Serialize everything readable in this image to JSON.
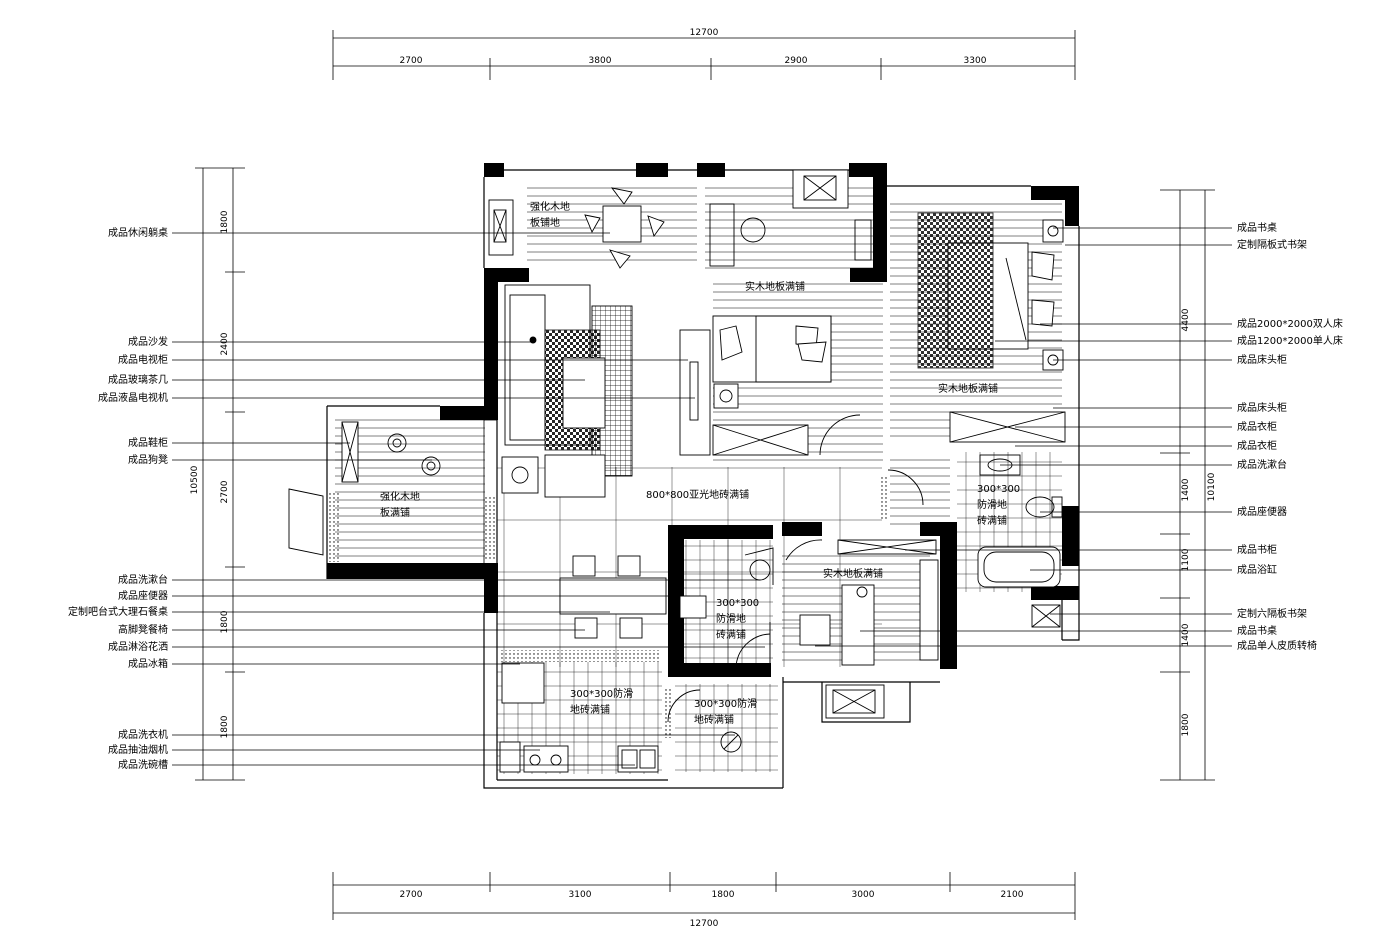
{
  "dimensions": {
    "top_total": "12700",
    "top_segments": [
      "2700",
      "3800",
      "2900",
      "3300"
    ],
    "bottom_total": "12700",
    "bottom_segments": [
      "2700",
      "3100",
      "1800",
      "3000",
      "2100"
    ],
    "left_total": "10500",
    "left_segments": [
      "1800",
      "2400",
      "2700",
      "1800",
      "1800"
    ],
    "right_total": "10100",
    "right_segments": [
      "4400",
      "1400",
      "1100",
      "1400",
      "1800"
    ]
  },
  "left_labels": [
    "成品休闲躺桌",
    "成品沙发",
    "成品电视柜",
    "成品玻璃茶几",
    "成品液晶电视机",
    "成品鞋柜",
    "成品狗凳",
    "成品洗漱台",
    "成品座便器",
    "定制吧台式大理石餐桌",
    "高脚凳餐椅",
    "成品淋浴花洒",
    "成品冰箱",
    "成品洗衣机",
    "成品抽油烟机",
    "成品洗碗槽"
  ],
  "right_labels": [
    "成品书桌",
    "定制隔板式书架",
    "成品2000*2000双人床",
    "成品1200*2000单人床",
    "成品床头柜",
    "成品床头柜",
    "成品衣柜",
    "成品衣柜",
    "成品洗漱台",
    "成品座便器",
    "成品书柜",
    "成品浴缸",
    "定制六隔板书架",
    "成品书桌",
    "成品单人皮质转椅"
  ],
  "rooms": {
    "balcony_top_l1": "强化木地",
    "balcony_top_l2": "板铺地",
    "bedroom2_floor": "实木地板满铺",
    "master_floor": "实木地板满铺",
    "living_tile": "800*800亚光地砖满铺",
    "entry_l1": "强化木地",
    "entry_l2": "板满铺",
    "master_bath_l1": "300*300",
    "master_bath_l2": "防滑地",
    "master_bath_l3": "砖满铺",
    "study_floor": "实木地板满铺",
    "bath2_l1": "300*300",
    "bath2_l2": "防滑地",
    "bath2_l3": "砖满铺",
    "kitchen_l1": "300*300防滑",
    "kitchen_l2": "地砖满铺",
    "laundry_l1": "300*300防滑",
    "laundry_l2": "地砖满铺"
  }
}
